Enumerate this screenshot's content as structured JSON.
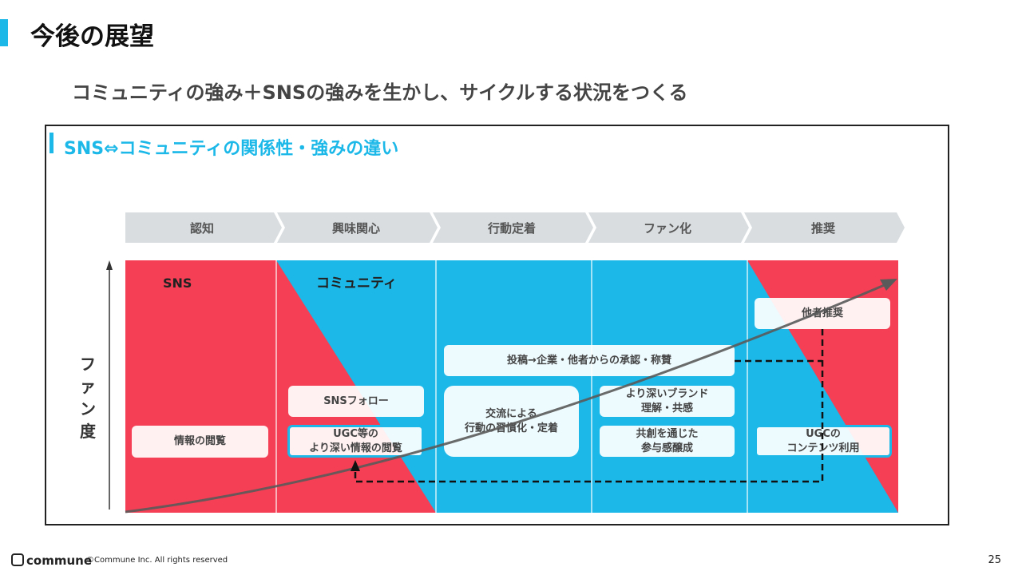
{
  "header": {
    "title": "今後の展望",
    "subtitle": "コミュニティの強み＋SNSの強みを生かし、サイクルする状況をつくる"
  },
  "figure": {
    "title": "SNS⇔コミュニティの関係性・強みの違い",
    "stages": [
      "認知",
      "興味関心",
      "行動定着",
      "ファン化",
      "推奨"
    ],
    "y_axis_label": "ファ\nン\n度",
    "region_labels": {
      "sns": "SNS",
      "community": "コミュニティ"
    },
    "boxes": {
      "info_view": "情報の閲覧",
      "sns_follow": "SNSフォロー",
      "ugc_deeper": "UGC等の\nより深い情報の閲覧",
      "post_approval": "投稿→企業・他者からの承認・称賛",
      "exchange": "交流による\n行動の習慣化・定着",
      "brand_understanding": "より深いブランド\n理解・共感",
      "co_creation": "共創を通じた\n参与感醸成",
      "recommend": "他者推奨",
      "ugc_content": "UGCの\nコンテンツ利用"
    },
    "colors": {
      "sns": "#f43f54",
      "community": "#1bb8e8",
      "chevron": "#d9dde0"
    }
  },
  "footer": {
    "logo": "commune",
    "copyright": "©Commune Inc. All rights reserved",
    "page": "25"
  }
}
